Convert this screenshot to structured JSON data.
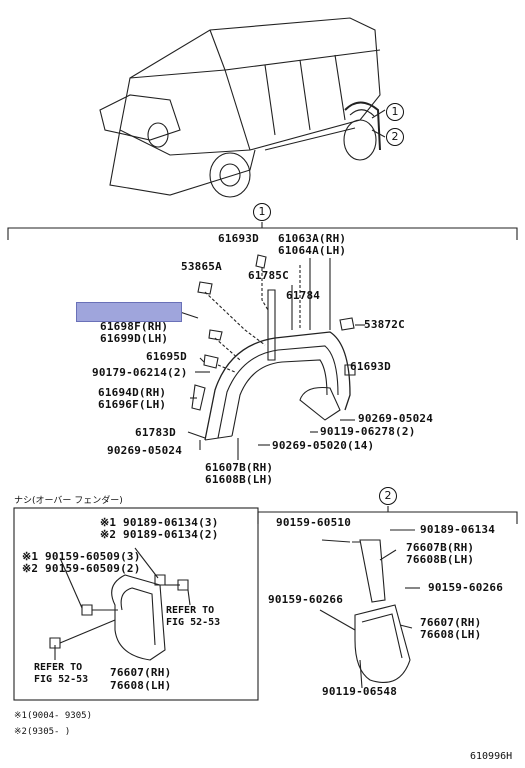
{
  "callouts": {
    "c1_top": "1",
    "c2_top": "2",
    "c1_section": "1",
    "c2_section": "2"
  },
  "section1": {
    "parts": [
      {
        "id": "p61693D_a",
        "text": "61693D"
      },
      {
        "id": "p61063A",
        "text": "61063A(RH)"
      },
      {
        "id": "p61064A",
        "text": "61064A(LH)"
      },
      {
        "id": "p53865A",
        "text": "53865A"
      },
      {
        "id": "p61785C",
        "text": "61785C"
      },
      {
        "id": "p61784",
        "text": "61784"
      },
      {
        "id": "p61698F",
        "text": "61698F(RH)"
      },
      {
        "id": "p61699D",
        "text": "61699D(LH)"
      },
      {
        "id": "p53872C",
        "text": "53872C"
      },
      {
        "id": "p61695D",
        "text": "61695D"
      },
      {
        "id": "p61693D_b",
        "text": "61693D"
      },
      {
        "id": "p90179",
        "text": "90179-06214(2)"
      },
      {
        "id": "p61694D",
        "text": "61694D(RH)"
      },
      {
        "id": "p61696F",
        "text": "61696F(LH)"
      },
      {
        "id": "p90269_a",
        "text": "90269-05024"
      },
      {
        "id": "p90119_a",
        "text": "90119-06278(2)"
      },
      {
        "id": "p61783D",
        "text": "61783D"
      },
      {
        "id": "p90269_b",
        "text": "90269-05020(14)"
      },
      {
        "id": "p90269_c",
        "text": "90269-05024"
      },
      {
        "id": "p61607B",
        "text": "61607B(RH)"
      },
      {
        "id": "p61608B",
        "text": "61608B(LH)"
      }
    ]
  },
  "inset": {
    "title": "ナシ(オーバー フェンダー)",
    "lines": [
      {
        "id": "i1",
        "text": "※1 90189-06134(3)"
      },
      {
        "id": "i2",
        "text": "※2 90189-06134(2)"
      },
      {
        "id": "i3",
        "text": "※1 90159-60509(3)"
      },
      {
        "id": "i4",
        "text": "※2 90159-60509(2)"
      },
      {
        "id": "i5",
        "text": "REFER TO"
      },
      {
        "id": "i6",
        "text": "FIG 52-53"
      },
      {
        "id": "i7",
        "text": "REFER TO"
      },
      {
        "id": "i8",
        "text": "FIG 52-53"
      },
      {
        "id": "i9",
        "text": "76607(RH)"
      },
      {
        "id": "i10",
        "text": "76608(LH)"
      }
    ]
  },
  "section2": {
    "parts": [
      {
        "id": "s1",
        "text": "90159-60510"
      },
      {
        "id": "s2",
        "text": "90189-06134"
      },
      {
        "id": "s3",
        "text": "76607B(RH)"
      },
      {
        "id": "s4",
        "text": "76608B(LH)"
      },
      {
        "id": "s5",
        "text": "90159-60266"
      },
      {
        "id": "s6",
        "text": "90159-60266"
      },
      {
        "id": "s7",
        "text": "76607(RH)"
      },
      {
        "id": "s8",
        "text": "76608(LH)"
      },
      {
        "id": "s9",
        "text": "90119-06548"
      }
    ]
  },
  "footnotes": {
    "n1": "※1(9004- 9305)",
    "n2": "※2(9305-    )"
  },
  "figure_id": "610996H",
  "colors": {
    "highlight": "#9fa5dc",
    "ink": "#111111"
  }
}
